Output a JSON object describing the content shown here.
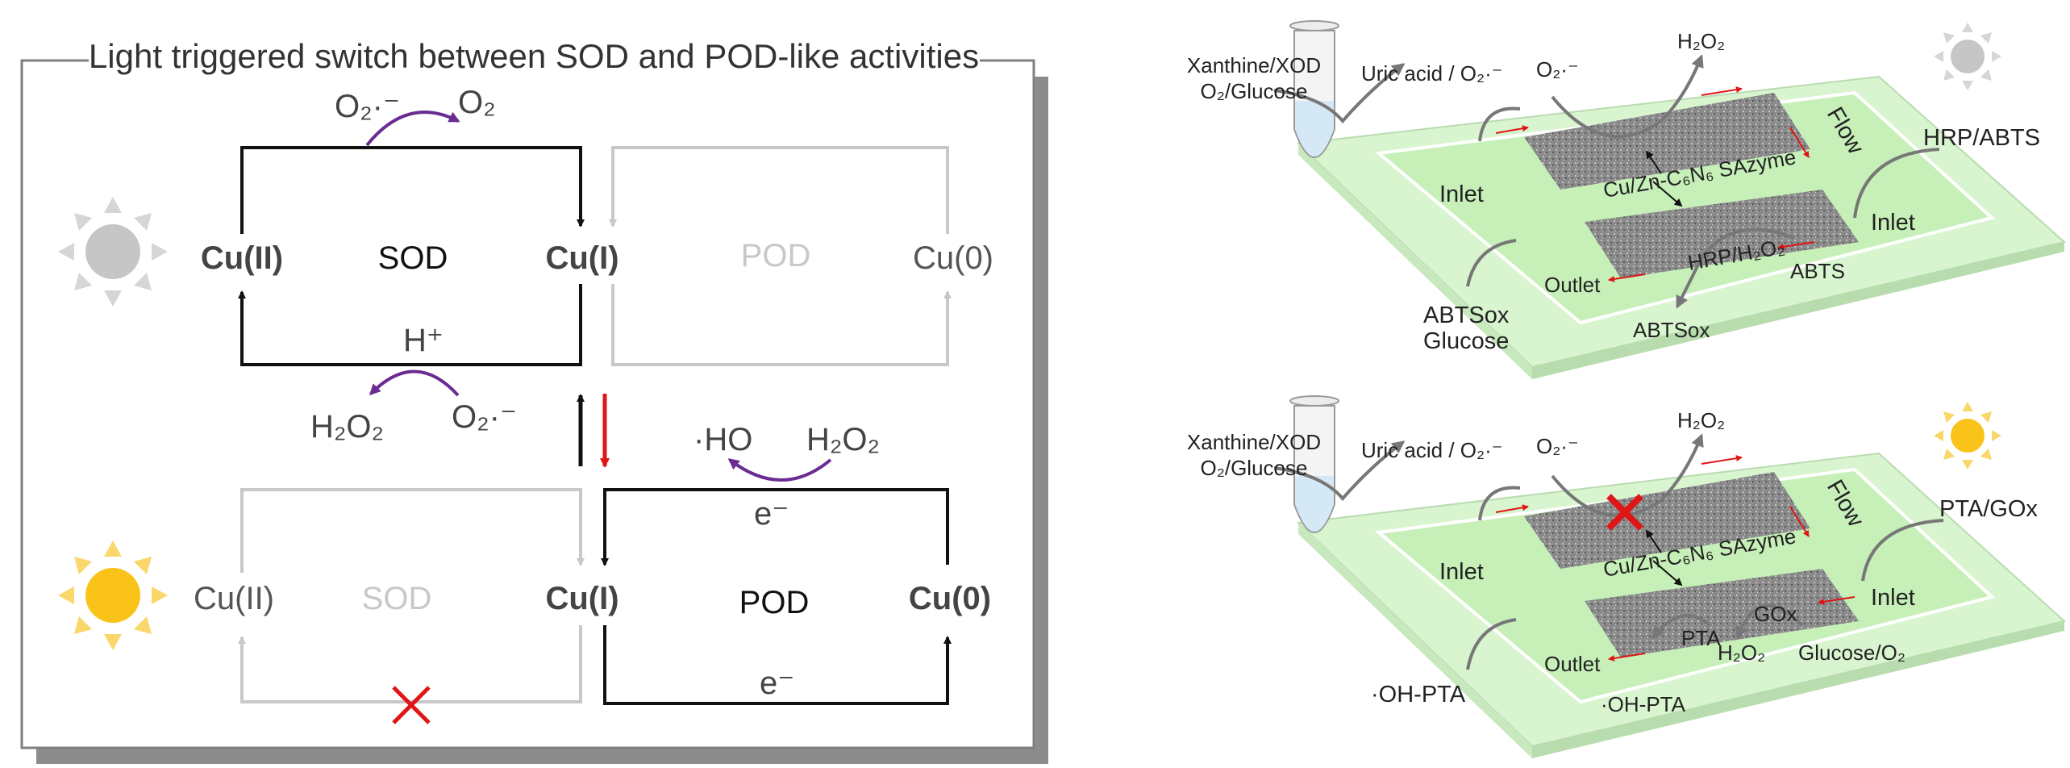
{
  "left_panel": {
    "title": "Light triggered switch between SOD and POD-like activities",
    "top_cycle": {
      "cu2": "Cu(II)",
      "label": "SOD",
      "cu1": "Cu(I)",
      "faded_label": "POD",
      "faded_cu0": "Cu(0)",
      "substrate": "O₂·⁻",
      "product": "O₂",
      "bottom_label": "H⁺",
      "below_product": "H₂O₂",
      "below_substrate": "O₂·⁻"
    },
    "bottom_cycle": {
      "faded_cu2": "Cu(II)",
      "faded_label": "SOD",
      "cu1": "Cu(I)",
      "label": "POD",
      "cu0": "Cu(0)",
      "top_product": "·HO",
      "top_substrate": "H₂O₂",
      "top_electron": "e⁻",
      "bottom_electron": "e⁻"
    }
  },
  "chip_top": {
    "reagent": "Xanthine/XOD",
    "reagent2": "O₂/Glucose",
    "output": "Uric acid / O₂·⁻",
    "o2_radical": "O₂·⁻",
    "h2o2": "H₂O₂",
    "flow": "Flow",
    "hrp_abts": "HRP/ABTS",
    "inlet_left": "Inlet",
    "sazyme": "Cu/Zn-C₆N₆ SAzyme",
    "inlet_right": "Inlet",
    "outlet": "Outlet",
    "hrp_h2o2": "HRP/H₂O₂",
    "abts": "ABTS",
    "abtsox_left": "ABTSox",
    "glucose": "Glucose",
    "abtsox_bottom": "ABTSox"
  },
  "chip_bottom": {
    "reagent": "Xanthine/XOD",
    "reagent2": "O₂/Glucose",
    "output": "Uric acid / O₂·⁻",
    "o2_radical": "O₂·⁻",
    "h2o2": "H₂O₂",
    "flow": "Flow",
    "pta_gox": "PTA/GOx",
    "inlet_left": "Inlet",
    "sazyme": "Cu/Zn-C₆N₆ SAzyme",
    "inlet_right": "Inlet",
    "outlet": "Outlet",
    "gox": "GOx",
    "pta": "PTA",
    "h2o2_low": "H₂O₂",
    "glucose_o2": "Glucose/O₂",
    "oh_pta_left": "·OH-PTA",
    "oh_pta_bottom": "·OH-PTA"
  },
  "colors": {
    "accent_purple": "#6a2c91",
    "red": "#e01515",
    "faded": "#c8c8c8",
    "chip_green": "#d9f5d0",
    "sun": "#f9c31a"
  },
  "icons": [
    "sun-off-icon",
    "sun-on-icon",
    "tube-icon",
    "cross-icon"
  ]
}
